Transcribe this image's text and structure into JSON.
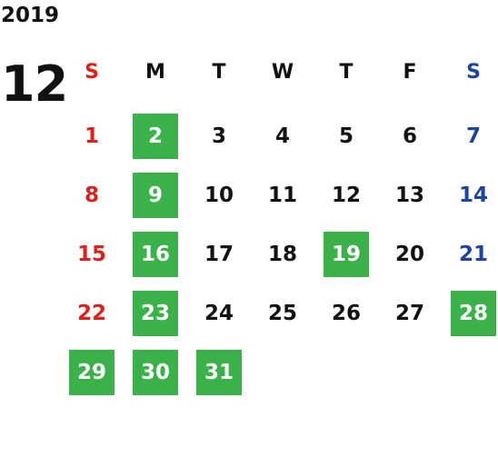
{
  "calendar": {
    "year": "2019",
    "month": "12",
    "weekdays": [
      "S",
      "M",
      "T",
      "W",
      "T",
      "F",
      "S"
    ],
    "colors": {
      "sunday": "#e0201c",
      "saturday": "#1e44a0",
      "highlight": "#3bb14a",
      "default": "#111111"
    },
    "weeks": [
      [
        "1",
        "2",
        "3",
        "4",
        "5",
        "6",
        "7"
      ],
      [
        "8",
        "9",
        "10",
        "11",
        "12",
        "13",
        "14"
      ],
      [
        "15",
        "16",
        "17",
        "18",
        "19",
        "20",
        "21"
      ],
      [
        "22",
        "23",
        "24",
        "25",
        "26",
        "27",
        "28"
      ],
      [
        "29",
        "30",
        "31",
        "",
        "",
        "",
        ""
      ]
    ],
    "highlighted_days": [
      "2",
      "9",
      "16",
      "19",
      "23",
      "28",
      "29",
      "30",
      "31"
    ]
  }
}
